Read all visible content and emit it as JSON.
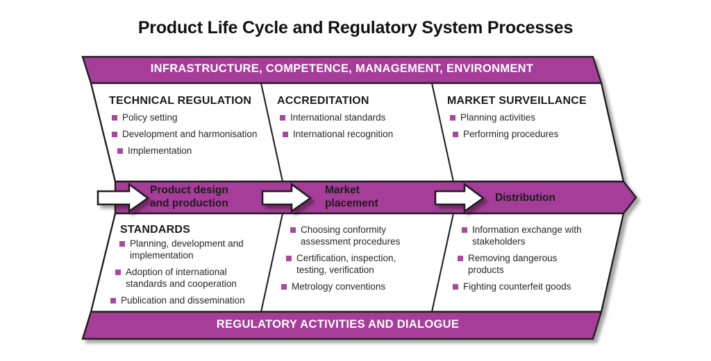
{
  "title": "Product Life Cycle and Regulatory System Processes",
  "colors": {
    "band_purple": "#A63D99",
    "bullet_purple": "#A8479C",
    "outline": "#231f20",
    "band_text": "#FFFFFF",
    "body_text": "#262626",
    "heading_text": "#1a1a1a",
    "arrow_fill": "#FFFFFF",
    "background": "#FFFFFF"
  },
  "top_band": {
    "label": "INFRASTRUCTURE, COMPETENCE, MANAGEMENT, ENVIRONMENT"
  },
  "bottom_band": {
    "label": "REGULATORY ACTIVITIES AND DIALOGUE"
  },
  "middle_band": {
    "steps": [
      {
        "label": "Product design\nand production",
        "arrow": "right-arrow-icon"
      },
      {
        "label": "Market\nplacement",
        "arrow": "right-arrow-icon"
      },
      {
        "label": "Distribution",
        "arrow": "right-arrow-icon"
      }
    ]
  },
  "top_columns": [
    {
      "heading": "TECHNICAL REGULATION",
      "items": [
        "Policy setting",
        "Development and harmonisation",
        "Implementation"
      ]
    },
    {
      "heading": "ACCREDITATION",
      "items": [
        "International standards",
        "International recognition"
      ]
    },
    {
      "heading": "MARKET SURVEILLANCE",
      "items": [
        "Planning activities",
        "Performing procedures"
      ]
    }
  ],
  "bottom_columns": [
    {
      "heading": "STANDARDS",
      "items": [
        "Planning, development and implementation",
        "Adoption of international standards and cooperation",
        "Publication and dissemination"
      ]
    },
    {
      "heading": "",
      "items": [
        "Choosing conformity assessment procedures",
        "Certification, inspection, testing, verification",
        "Metrology conventions"
      ]
    },
    {
      "heading": "",
      "items": [
        "Information exchange with stakeholders",
        "Removing dangerous products",
        "Fighting counterfeit goods"
      ]
    }
  ]
}
